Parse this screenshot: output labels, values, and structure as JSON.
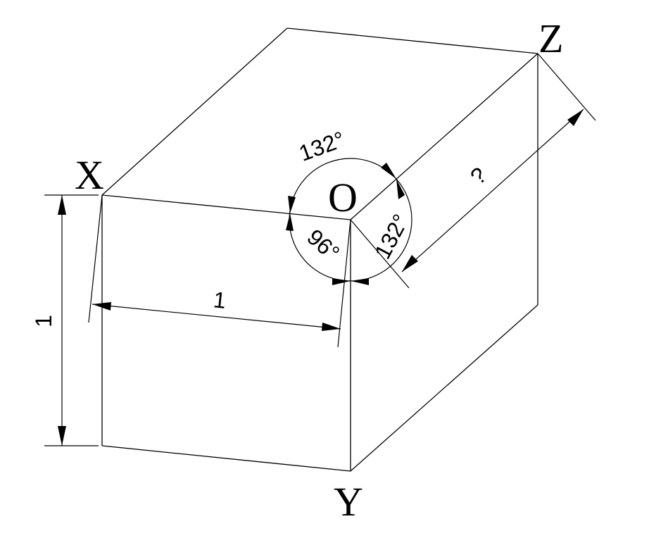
{
  "diagram": {
    "vertices": {
      "x": "X",
      "y": "Y",
      "z": "Z",
      "o": "O"
    },
    "dimensions": {
      "edge_ox": "1",
      "edge_oy": "1",
      "edge_oz": "?"
    },
    "angles": {
      "xoz": "132°",
      "zoy": "132°",
      "xoy": "96°"
    }
  }
}
